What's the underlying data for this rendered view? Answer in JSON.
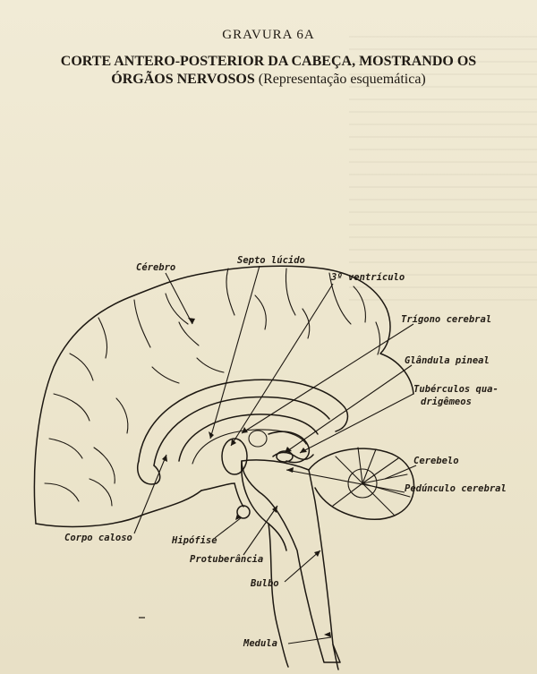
{
  "header": {
    "plate": "GRAVURA 6A",
    "title_line1": "CORTE ANTERO-POSTERIOR DA CABEÇA, MOSTRANDO OS",
    "title_line2": "ÓRGÃOS NERVOSOS",
    "subtitle": "(Representação esquemática)"
  },
  "labels": {
    "cerebro": "Cérebro",
    "septo_lucido": "Septo lúcido",
    "terceiro_ventriculo": "3º ventrículo",
    "trigono_cerebral": "Trígono cerebral",
    "glandula_pineal": "Glândula pineal",
    "tuberculos_1": "Tubérculos qua-",
    "tuberculos_2": "drigêmeos",
    "cerebelo": "Cerebelo",
    "pedunculo_cerebral": "Pedúnculo cerebral",
    "corpo_caloso": "Corpo caloso",
    "hipofise": "Hipófise",
    "protuberancia": "Protuberância",
    "bulbo": "Bulbo",
    "medula": "Medula"
  }
}
